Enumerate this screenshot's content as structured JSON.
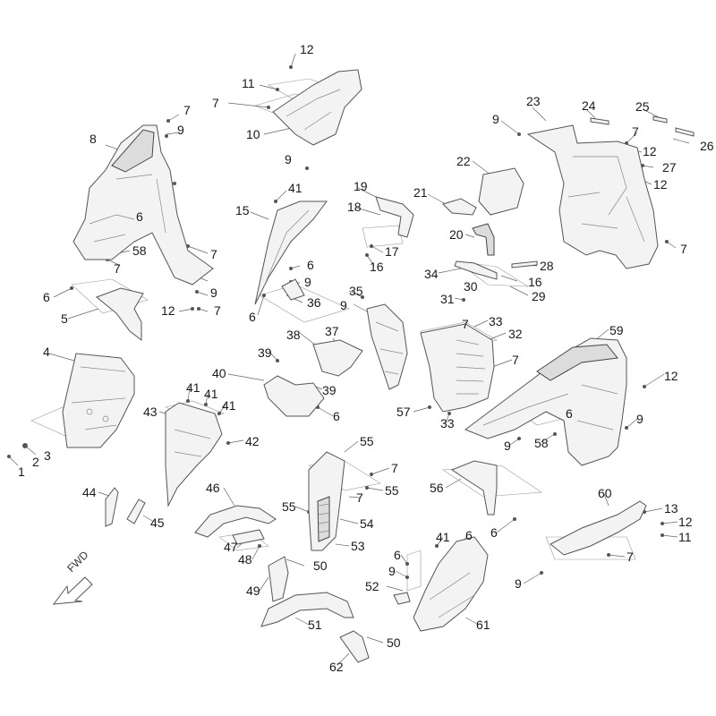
{
  "diagram": {
    "fwd_label": "FWD",
    "callouts": [
      {
        "id": "c12a",
        "text": "12"
      },
      {
        "id": "c11a",
        "text": "11"
      },
      {
        "id": "c7a",
        "text": "7"
      },
      {
        "id": "c10",
        "text": "10"
      },
      {
        "id": "c9a",
        "text": "9"
      },
      {
        "id": "c7b",
        "text": "7"
      },
      {
        "id": "c9b",
        "text": "9"
      },
      {
        "id": "c8",
        "text": "8"
      },
      {
        "id": "c6a",
        "text": "6"
      },
      {
        "id": "c58a",
        "text": "58"
      },
      {
        "id": "c7c",
        "text": "7"
      },
      {
        "id": "c7d",
        "text": "7"
      },
      {
        "id": "c9c",
        "text": "9"
      },
      {
        "id": "c12b",
        "text": "12"
      },
      {
        "id": "c7e",
        "text": "7"
      },
      {
        "id": "c6b",
        "text": "6"
      },
      {
        "id": "c5",
        "text": "5"
      },
      {
        "id": "c4",
        "text": "4"
      },
      {
        "id": "c1",
        "text": "1"
      },
      {
        "id": "c2",
        "text": "2"
      },
      {
        "id": "c3",
        "text": "3"
      },
      {
        "id": "c41a",
        "text": "41"
      },
      {
        "id": "c15",
        "text": "15"
      },
      {
        "id": "c6c",
        "text": "6"
      },
      {
        "id": "c9d",
        "text": "9"
      },
      {
        "id": "c36",
        "text": "36"
      },
      {
        "id": "c6d",
        "text": "6"
      },
      {
        "id": "c19",
        "text": "19"
      },
      {
        "id": "c18",
        "text": "18"
      },
      {
        "id": "c17",
        "text": "17"
      },
      {
        "id": "c16a",
        "text": "16"
      },
      {
        "id": "c21",
        "text": "21"
      },
      {
        "id": "c22",
        "text": "22"
      },
      {
        "id": "c20",
        "text": "20"
      },
      {
        "id": "c34",
        "text": "34"
      },
      {
        "id": "c28",
        "text": "28"
      },
      {
        "id": "c16b",
        "text": "16"
      },
      {
        "id": "c29",
        "text": "29"
      },
      {
        "id": "c31",
        "text": "31"
      },
      {
        "id": "c30",
        "text": "30"
      },
      {
        "id": "c23",
        "text": "23"
      },
      {
        "id": "c24",
        "text": "24"
      },
      {
        "id": "c25",
        "text": "25"
      },
      {
        "id": "c9e",
        "text": "9"
      },
      {
        "id": "c7f",
        "text": "7"
      },
      {
        "id": "c12c",
        "text": "12"
      },
      {
        "id": "c26",
        "text": "26"
      },
      {
        "id": "c27",
        "text": "27"
      },
      {
        "id": "c12d",
        "text": "12"
      },
      {
        "id": "c7g",
        "text": "7"
      },
      {
        "id": "c35",
        "text": "35"
      },
      {
        "id": "c9f",
        "text": "9"
      },
      {
        "id": "c38",
        "text": "38"
      },
      {
        "id": "c37",
        "text": "37"
      },
      {
        "id": "c39a",
        "text": "39"
      },
      {
        "id": "c40",
        "text": "40"
      },
      {
        "id": "c39b",
        "text": "39"
      },
      {
        "id": "c6e",
        "text": "6"
      },
      {
        "id": "c7h",
        "text": "7"
      },
      {
        "id": "c33a",
        "text": "33"
      },
      {
        "id": "c32",
        "text": "32"
      },
      {
        "id": "c7i",
        "text": "7"
      },
      {
        "id": "c57",
        "text": "57"
      },
      {
        "id": "c33b",
        "text": "33"
      },
      {
        "id": "c59",
        "text": "59"
      },
      {
        "id": "c12e",
        "text": "12"
      },
      {
        "id": "c6f",
        "text": "6"
      },
      {
        "id": "c9g",
        "text": "9"
      },
      {
        "id": "c9h",
        "text": "9"
      },
      {
        "id": "c58b",
        "text": "58"
      },
      {
        "id": "c43",
        "text": "43"
      },
      {
        "id": "c41b",
        "text": "41"
      },
      {
        "id": "c41c",
        "text": "41"
      },
      {
        "id": "c41d",
        "text": "41"
      },
      {
        "id": "c42",
        "text": "42"
      },
      {
        "id": "c44",
        "text": "44"
      },
      {
        "id": "c45",
        "text": "45"
      },
      {
        "id": "c46",
        "text": "46"
      },
      {
        "id": "c55a",
        "text": "55"
      },
      {
        "id": "c7j",
        "text": "7"
      },
      {
        "id": "c55b",
        "text": "55"
      },
      {
        "id": "c7k",
        "text": "7"
      },
      {
        "id": "c55c",
        "text": "55"
      },
      {
        "id": "c54",
        "text": "54"
      },
      {
        "id": "c47",
        "text": "47"
      },
      {
        "id": "c48",
        "text": "48"
      },
      {
        "id": "c53",
        "text": "53"
      },
      {
        "id": "c50a",
        "text": "50"
      },
      {
        "id": "c49",
        "text": "49"
      },
      {
        "id": "c51",
        "text": "51"
      },
      {
        "id": "c50b",
        "text": "50"
      },
      {
        "id": "c62",
        "text": "62"
      },
      {
        "id": "c56",
        "text": "56"
      },
      {
        "id": "c6g",
        "text": "6"
      },
      {
        "id": "c41e",
        "text": "41"
      },
      {
        "id": "c6h",
        "text": "6"
      },
      {
        "id": "c6i",
        "text": "6"
      },
      {
        "id": "c9i",
        "text": "9"
      },
      {
        "id": "c52",
        "text": "52"
      },
      {
        "id": "c61",
        "text": "61"
      },
      {
        "id": "c60",
        "text": "60"
      },
      {
        "id": "c13",
        "text": "13"
      },
      {
        "id": "c12f",
        "text": "12"
      },
      {
        "id": "c11b",
        "text": "11"
      },
      {
        "id": "c7l",
        "text": "7"
      },
      {
        "id": "c9j",
        "text": "9"
      }
    ]
  }
}
